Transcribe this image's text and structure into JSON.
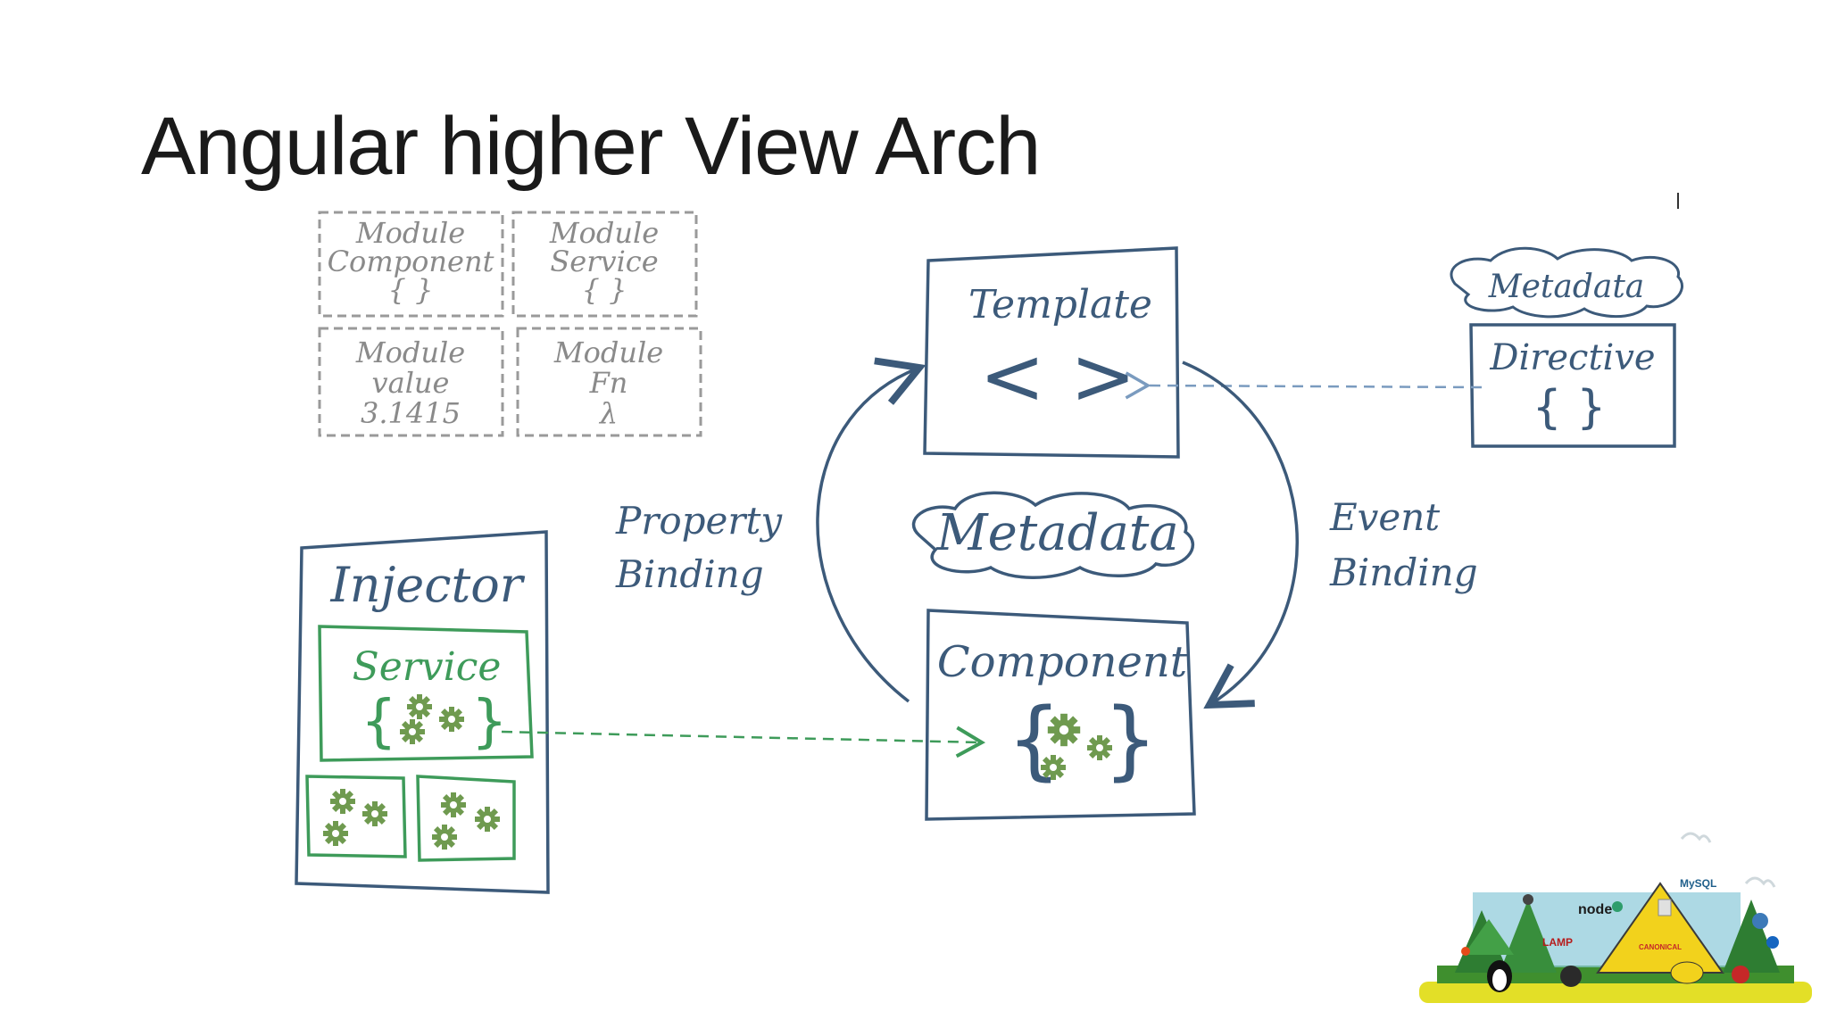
{
  "slide": {
    "title": "Angular higher View Arch"
  },
  "modules": [
    {
      "lines": [
        "Module",
        "Component",
        "{ }"
      ]
    },
    {
      "lines": [
        "Module",
        "Service",
        "{ }"
      ]
    },
    {
      "lines": [
        "Module",
        "value",
        "3.1415"
      ]
    },
    {
      "lines": [
        "Module",
        "Fn",
        "λ"
      ]
    }
  ],
  "template": {
    "label": "Template",
    "symbol": "< >"
  },
  "directive": {
    "metadata": "Metadata",
    "label": "Directive",
    "symbol": "{ }"
  },
  "center_metadata": "Metadata",
  "component": {
    "label": "Component"
  },
  "injector": {
    "label": "Injector",
    "service": "Service"
  },
  "bindings": {
    "property": [
      "Property",
      "Binding"
    ],
    "event": [
      "Event",
      "Binding"
    ]
  },
  "logo": {
    "node": "node",
    "mysql": "MySQL",
    "lamp": "LAMP",
    "canonical": "CANONICAL"
  },
  "colors": {
    "ink": "#3c5a7a",
    "green": "#3e9b5a",
    "gear": "#6f9a4f",
    "dash": "#9a9a9a"
  }
}
